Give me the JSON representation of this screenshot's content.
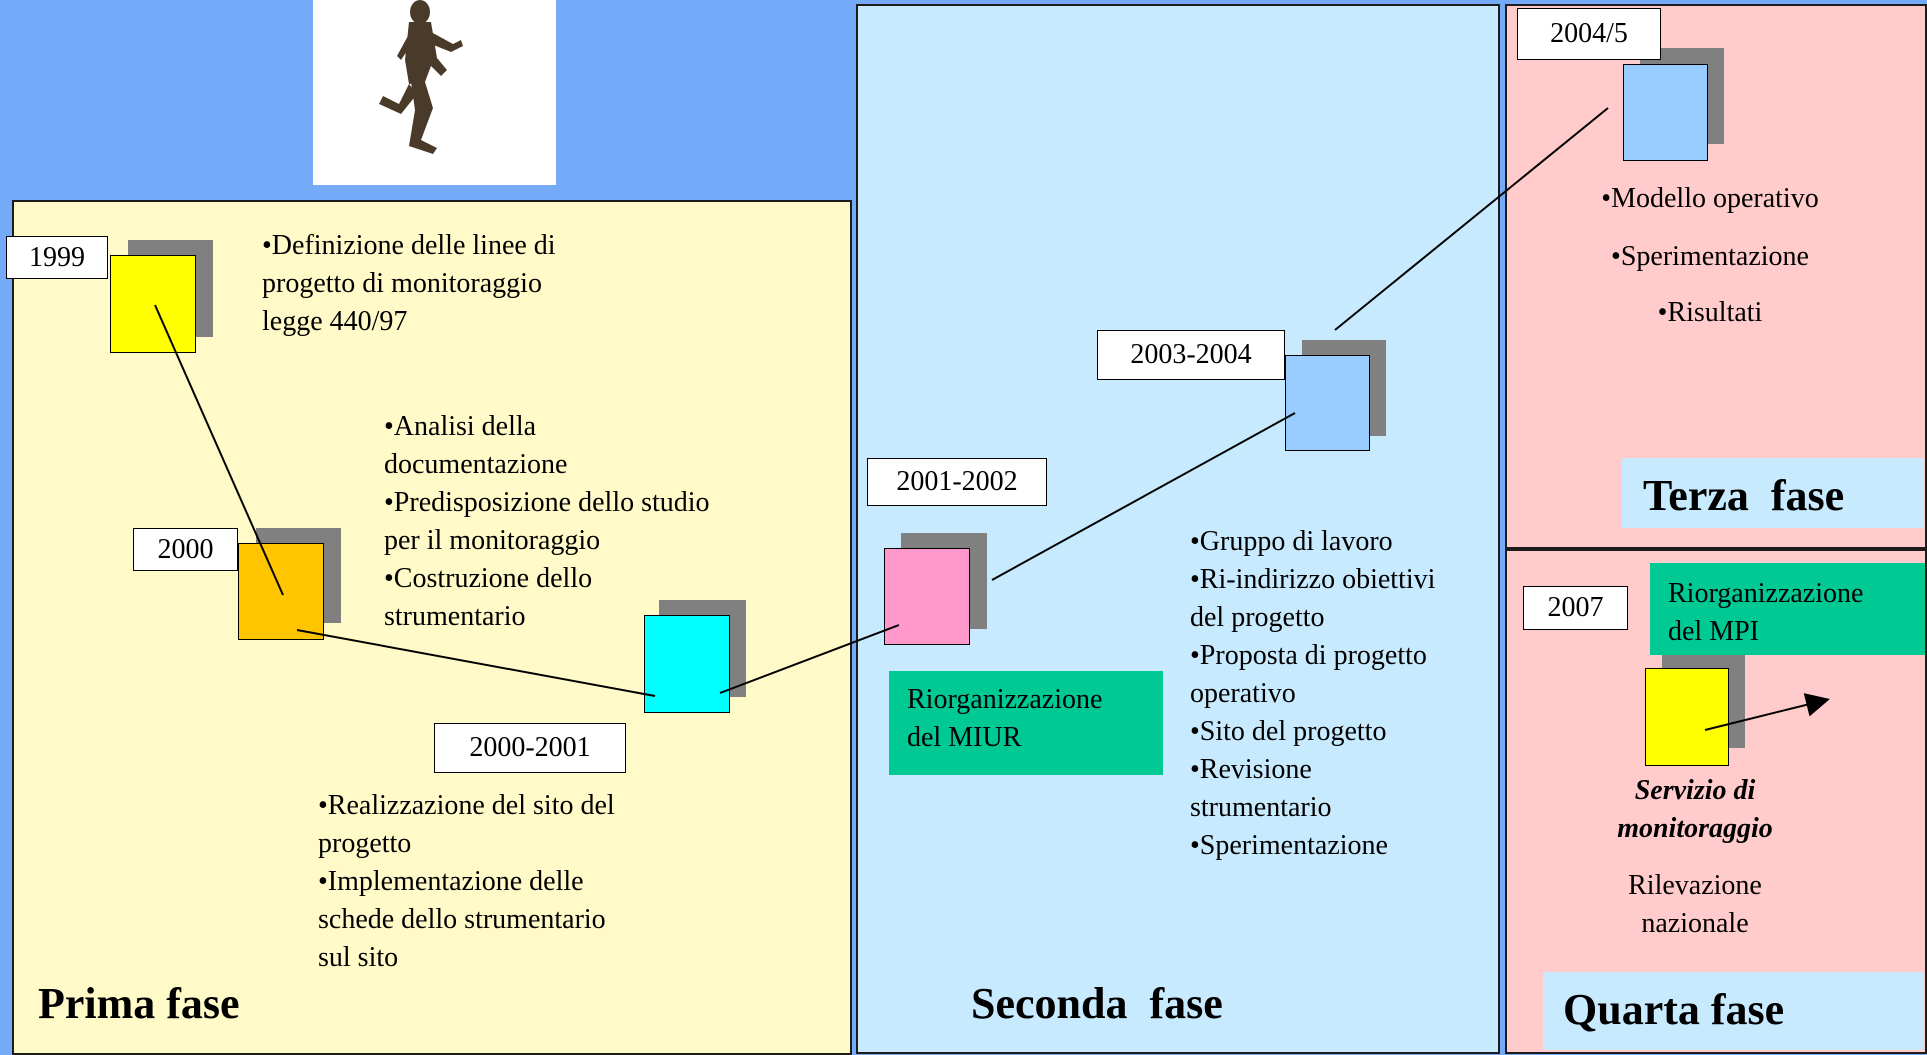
{
  "colors": {
    "background": "#74aaf7",
    "phase1": "#fffac8",
    "phase2": "#c8eafe",
    "phase34": "#ffcbcb",
    "yellow": "#ffff00",
    "orange": "#ffc600",
    "cyan": "#00ffff",
    "pink": "#ff99cc",
    "blue": "#99ccff",
    "green": "#00c993"
  },
  "image": {
    "icon": "running-person-figure"
  },
  "phase1": {
    "label": "Prima fase",
    "y1999": "1999",
    "items1999": [
      "•Definizione delle linee di",
      "progetto di monitoraggio",
      "legge 440/97"
    ],
    "y2000": "2000",
    "items2000": [
      "•Analisi della",
      "documentazione",
      "•Predisposizione dello studio",
      "per il monitoraggio",
      "•Costruzione dello",
      "strumentario"
    ],
    "y2000_2001": "2000-2001",
    "items2001": [
      "•Realizzazione del sito del",
      "progetto",
      "•Implementazione delle",
      "schede dello strumentario",
      "sul sito"
    ]
  },
  "phase2": {
    "label": "Seconda  fase",
    "y2001_2002": "2001-2002",
    "y2003_2004": "2003-2004",
    "miur": [
      "Riorganizzazione",
      "del MIUR"
    ],
    "items": [
      "•Gruppo di lavoro",
      "•Ri-indirizzo obiettivi",
      "del progetto",
      "•Proposta di progetto",
      "operativo",
      "•Sito del progetto",
      "•Revisione",
      "strumentario",
      "•Sperimentazione"
    ]
  },
  "phase3": {
    "label": "Terza  fase",
    "y2004_5": "2004/5",
    "items": [
      "•Modello operativo",
      "•Sperimentazione",
      "•Risultati"
    ]
  },
  "phase4": {
    "label": "Quarta fase",
    "y2007": "2007",
    "mpi": [
      "Riorganizzazione",
      "del MPI"
    ],
    "service": [
      "Servizio di",
      "monitoraggio"
    ],
    "survey": [
      "Rilevazione",
      "nazionale"
    ]
  }
}
